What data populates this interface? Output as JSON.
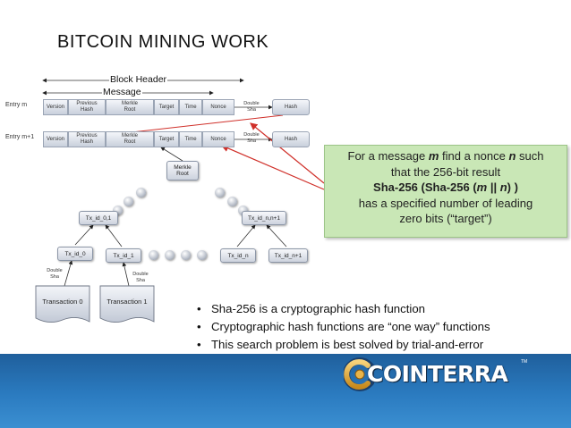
{
  "slide": {
    "title": "BITCOIN MINING WORK",
    "block_header_label": "Block Header",
    "message_label": "Message",
    "rows": [
      {
        "label": "Entry m",
        "cells": [
          "Version",
          "Previous\nHash",
          "Merkle\nRoot",
          "Target",
          "Time",
          "Nonce"
        ],
        "double_sha": "Double\nSha",
        "hash": "Hash"
      },
      {
        "label": "Entry m+1",
        "cells": [
          "Version",
          "Previous\nHash",
          "Merkle\nRoot",
          "Target",
          "Time",
          "Nonce"
        ],
        "double_sha": "Double\nSha",
        "hash": "Hash"
      }
    ],
    "tree": {
      "root": "Merkle\nRoot",
      "level1_left": "Tx_id_0,1",
      "level1_right": "Tx_id_n,n+1",
      "leaves": [
        "Tx_id_0",
        "Tx_id_1",
        "Tx_id_n",
        "Tx_id_n+1"
      ],
      "double_sha_left": "Double\nSha",
      "double_sha_right": "Double\nSha",
      "transactions": [
        "Transaction 0",
        "Transaction 1"
      ]
    },
    "callout": {
      "line1_pre": "For a message ",
      "line1_m": "m",
      "line1_mid": " find a nonce ",
      "line1_n": "n",
      "line1_post": " such",
      "line2": "that the 256-bit result",
      "line3_pre": "Sha-256 (Sha-256 (",
      "line3_m": "m",
      "line3_sep": " || ",
      "line3_n": "n",
      "line3_post": ") )",
      "line4": "has a specified number of leading",
      "line5": "zero bits (“target”)"
    },
    "bullets": [
      "Sha-256 is a cryptographic hash function",
      "Cryptographic hash functions are “one way” functions",
      "This search problem is best solved by trial-and-error"
    ],
    "logo": {
      "text": "COINTERRA",
      "trademark": "TM"
    },
    "colors": {
      "callout_bg": "#c9e7b6",
      "footer_blue": "#2b7bc0",
      "arrow_red": "#d0302a"
    }
  }
}
